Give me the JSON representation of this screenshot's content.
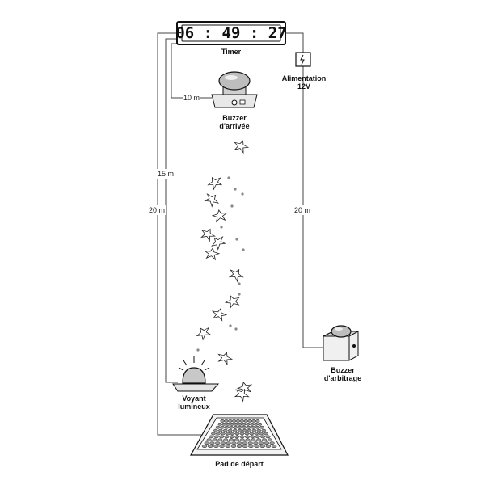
{
  "timer": {
    "label": "Timer",
    "display": "06 : 49 : 27"
  },
  "power": {
    "label_line1": "Alimentation",
    "label_line2": "12V"
  },
  "finish_buzzer": {
    "label_line1": "Buzzer",
    "label_line2": "d'arrivée"
  },
  "referee_buzzer": {
    "label_line1": "Buzzer",
    "label_line2": "d'arbitrage"
  },
  "light": {
    "label_line1": "Voyant",
    "label_line2": "lumineux"
  },
  "start_pad": {
    "label": "Pad de départ"
  },
  "distances": {
    "timer_to_finish": "10 m",
    "timer_to_light": "15 m",
    "timer_to_pad": "20 m",
    "power_to_referee": "20 m"
  },
  "colors": {
    "line": "#444444",
    "ink": "#111111",
    "device_grey": "#d9d9d9"
  }
}
